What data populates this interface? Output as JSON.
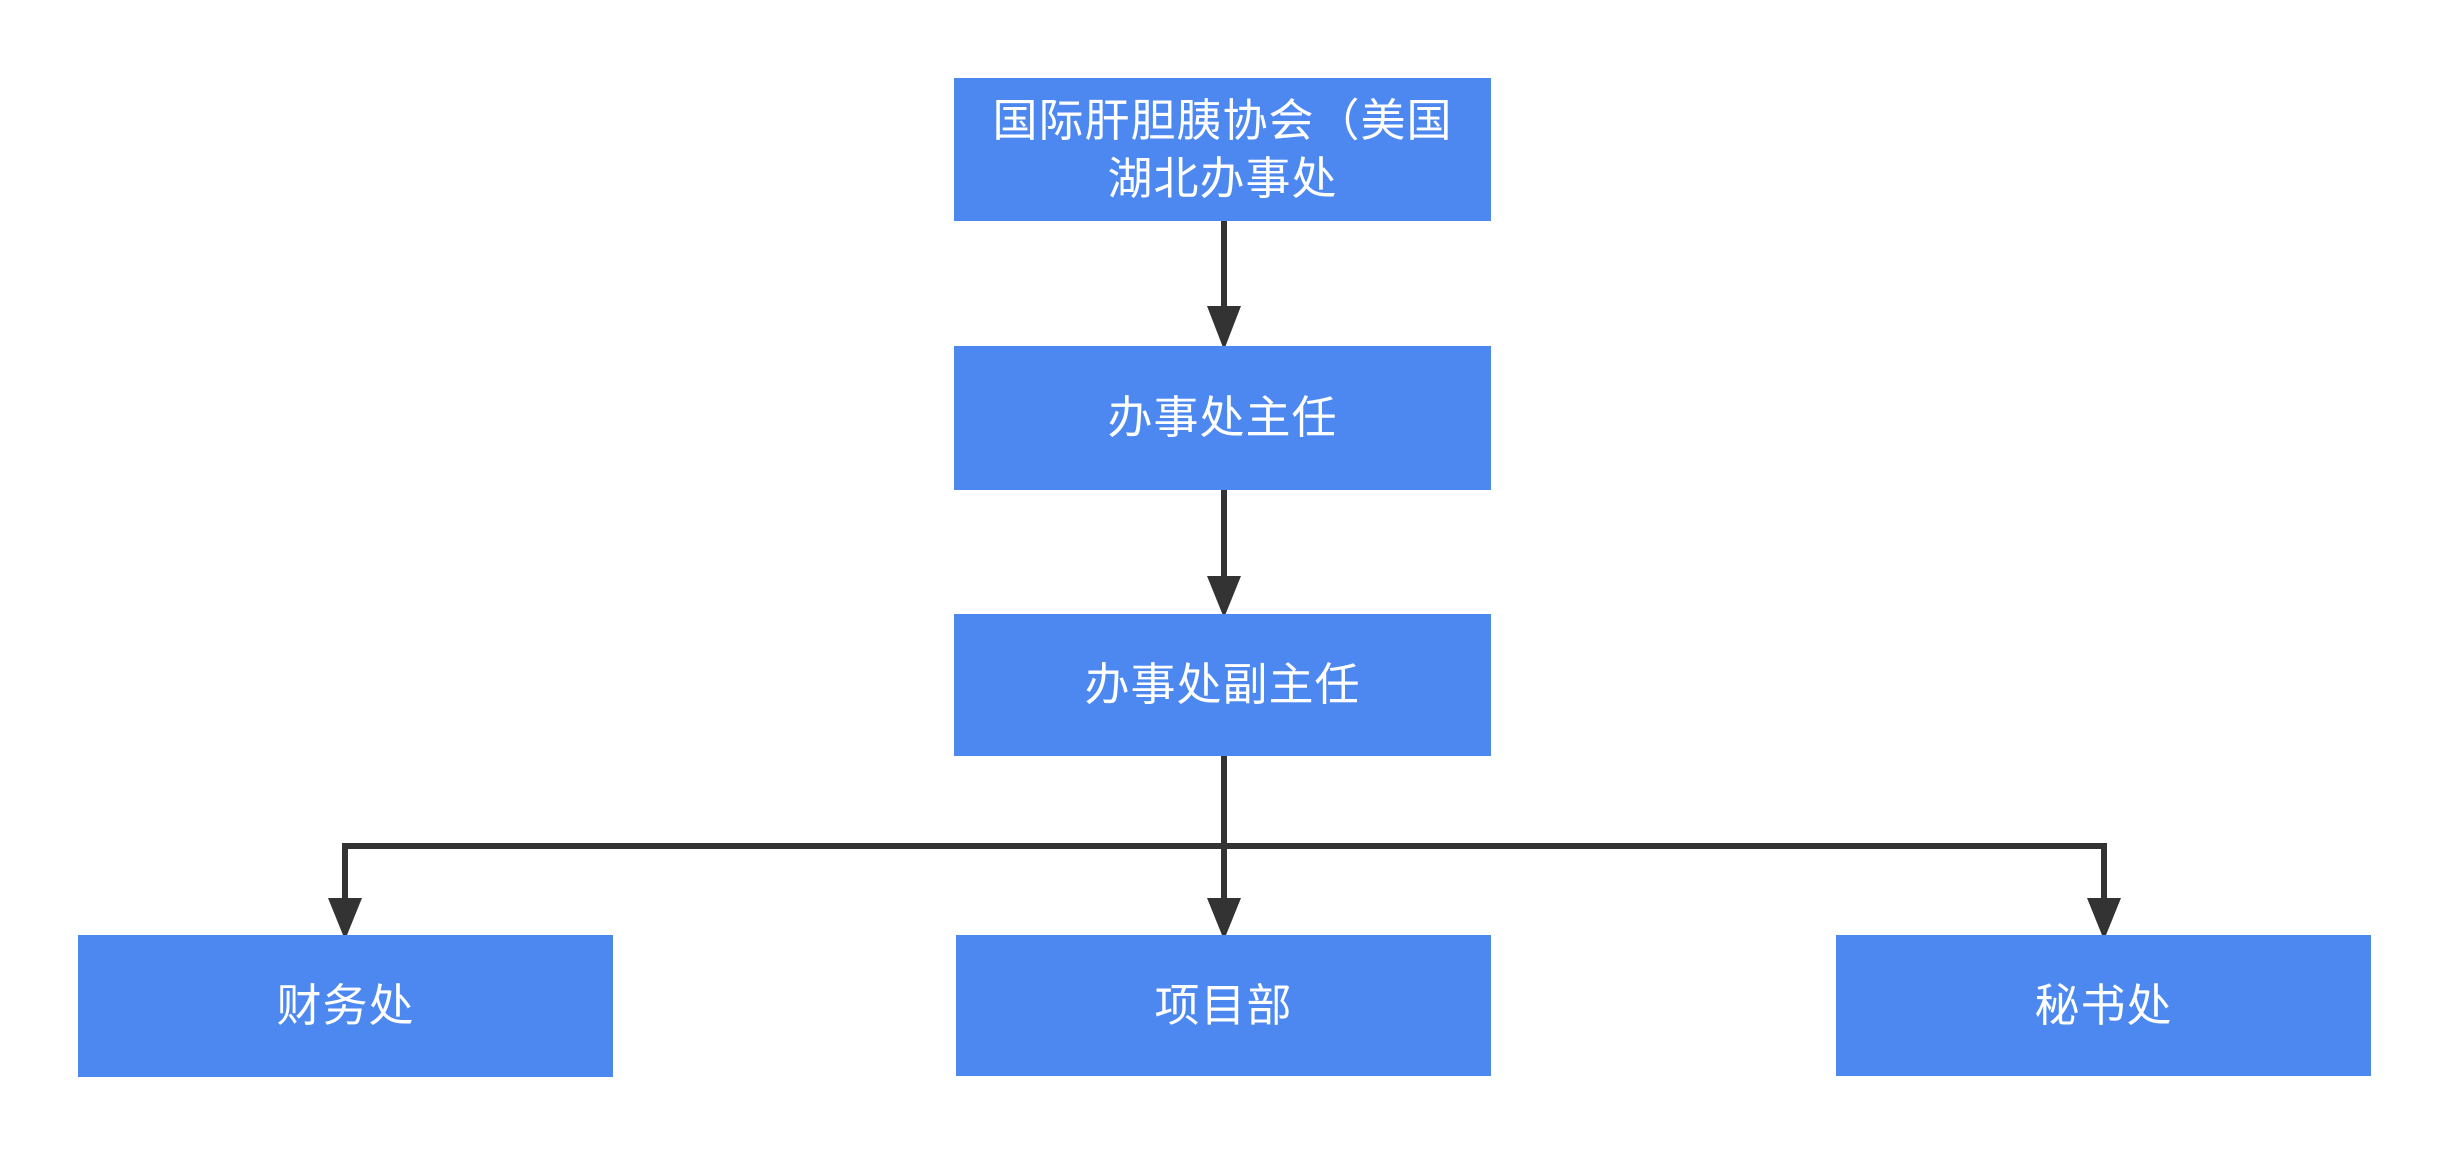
{
  "diagram": {
    "type": "org-chart",
    "colors": {
      "node_fill": "#4D88F1",
      "node_text": "#FFFFFF",
      "connector": "#333333",
      "background": "#FFFFFF"
    },
    "nodes": {
      "root": {
        "label": "国际肝胆胰协会（美国湖北办事处",
        "line1": "国际肝胆胰协会（美国",
        "line2": "湖北办事处"
      },
      "director": {
        "label": "办事处主任"
      },
      "deputy_director": {
        "label": "办事处副主任"
      },
      "finance": {
        "label": "财务处"
      },
      "project": {
        "label": "项目部"
      },
      "secretariat": {
        "label": "秘书处"
      }
    },
    "edges": [
      {
        "from": "root",
        "to": "director"
      },
      {
        "from": "director",
        "to": "deputy_director"
      },
      {
        "from": "deputy_director",
        "to": "finance"
      },
      {
        "from": "deputy_director",
        "to": "project"
      },
      {
        "from": "deputy_director",
        "to": "secretariat"
      }
    ]
  }
}
